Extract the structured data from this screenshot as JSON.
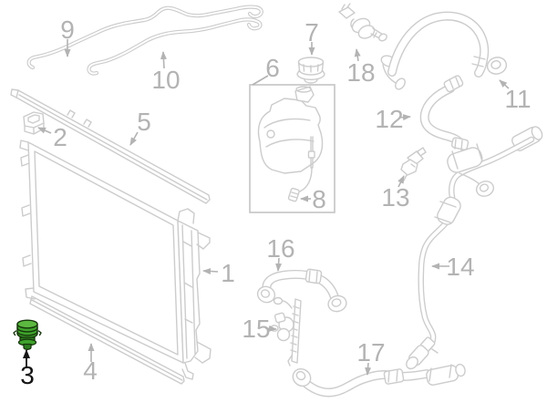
{
  "diagram": {
    "type": "exploded-parts-diagram",
    "subject": "radiator-and-coolant-hoses",
    "background_color": "#ffffff",
    "artwork_color": "#cccccc",
    "callout_color": "#b3b3b3",
    "highlighted_callout_color": "#141414",
    "highlighted_part": "3",
    "highlight_part_fill": "#3fa32c",
    "highlight_part_fill_light": "#5cb840",
    "highlight_part_fill_dark": "#2e7d1f",
    "highlight_part_outline": "#16350c",
    "callouts": [
      {
        "label": "1",
        "highlighted": false
      },
      {
        "label": "2",
        "highlighted": false
      },
      {
        "label": "3",
        "highlighted": true
      },
      {
        "label": "4",
        "highlighted": false
      },
      {
        "label": "5",
        "highlighted": false
      },
      {
        "label": "6",
        "highlighted": false
      },
      {
        "label": "7",
        "highlighted": false
      },
      {
        "label": "8",
        "highlighted": false
      },
      {
        "label": "9",
        "highlighted": false
      },
      {
        "label": "10",
        "highlighted": false
      },
      {
        "label": "11",
        "highlighted": false
      },
      {
        "label": "12",
        "highlighted": false
      },
      {
        "label": "13",
        "highlighted": false
      },
      {
        "label": "14",
        "highlighted": false
      },
      {
        "label": "15",
        "highlighted": false
      },
      {
        "label": "16",
        "highlighted": false
      },
      {
        "label": "17",
        "highlighted": false
      },
      {
        "label": "18",
        "highlighted": false
      }
    ]
  }
}
